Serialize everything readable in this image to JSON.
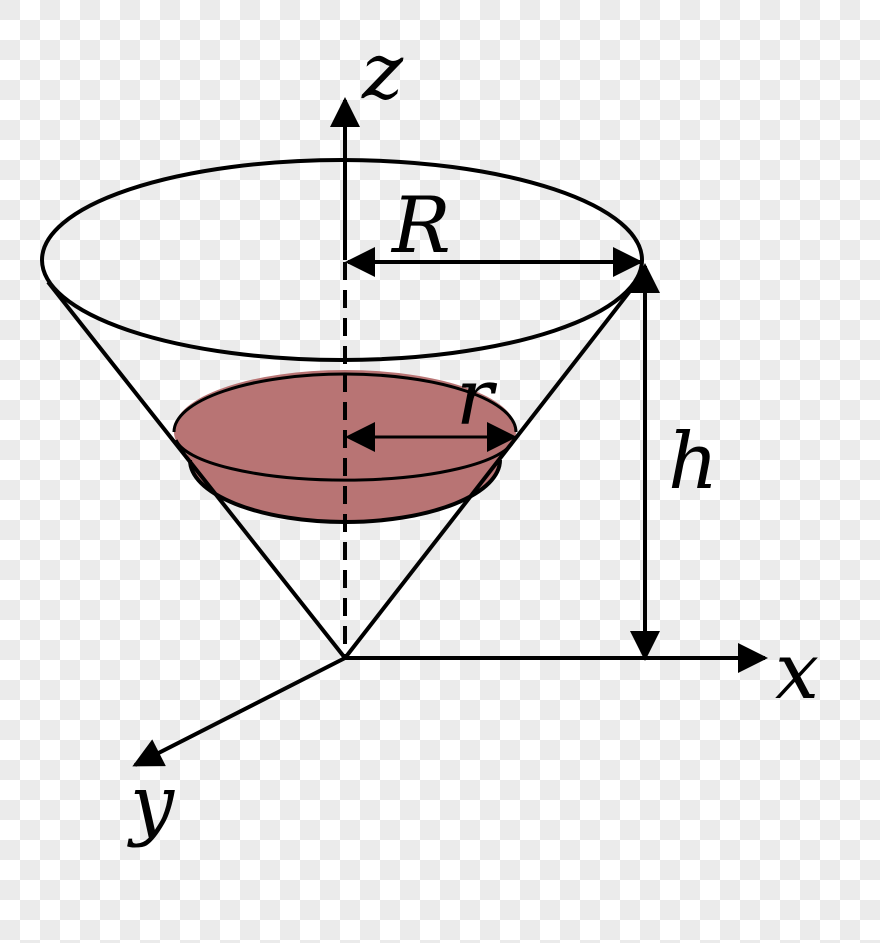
{
  "labels": {
    "z": "z",
    "x": "x",
    "y": "y",
    "R": "R",
    "r": "r",
    "h": "h"
  },
  "colors": {
    "disk_fill": "#b87474",
    "stroke": "#000000"
  }
}
